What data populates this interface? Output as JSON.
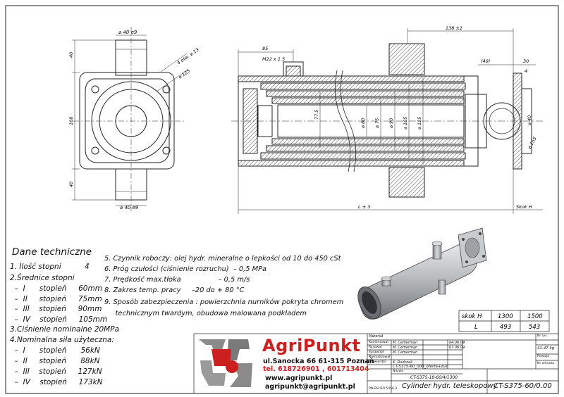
{
  "drawing": {
    "dim_d40_top": "⌀ 40 e9",
    "dim_d40_bottom": "⌀ 40 e9",
    "dim_4otw": "4 otw. ⌀ 13",
    "dim_d125_flange": "⌀ 125",
    "dim_40_left_top": "40",
    "dim_168": "168",
    "dim_40_left_bot": "40",
    "dim_85": "85",
    "dim_m22": "M22 x 1.5",
    "dim_138": "138 ±1",
    "dim_40_top": "(40)",
    "dim_30": "30",
    "dim_4": "4",
    "dim_775": "77.5",
    "dim_d60": "⌀ 60",
    "dim_d75": "⌀ 75",
    "dim_d90": "⌀ 90",
    "dim_d105": "⌀ 105",
    "dim_d125_bore": "⌀ 125",
    "dim_d40_ball": "⌀ 40",
    "dim_d155": "⌀ 155",
    "dim_L3": "L ± 3",
    "dim_skokH": "Skok H"
  },
  "specs": {
    "title": "Dane techniczne",
    "lines": [
      "1. Ilość stopni          4",
      "2.Średnice stopni",
      "  –  I      stopień     60mm",
      "  –  II     stopień     75mm",
      "  –  III    stopień     90mm",
      "  –  IV    stopień     105mm",
      "3.Ciśnienie nominalne 20MPa",
      "4.Nominalna siła użyteczna:",
      "  –  I      stopień      56kN",
      "  –  II     stopień      88kN",
      "  –  III    stopień     127kN",
      "  –  IV    stopień     173kN"
    ]
  },
  "notes": [
    "5. Czynnik roboczy: olej hydr. mineralne o lepkości od 10 do 450 cSt",
    "6. Próg czułości (ciśnienie rozruchu)  – 0,5 MPa",
    "7. Prędkość max.tłoka                 – 0,5 m/s",
    "8. Zakres temp. pracy     –20 do + 80 °C",
    "9. Sposób zabezpieczenia : powierzchnia nurników pokryta chromem",
    "     technicznym twardym, obudowa malowana podkładem"
  ],
  "stroke_table": {
    "row1": [
      "skok H",
      "1300",
      "1500"
    ],
    "row2": [
      "L",
      "493",
      "543"
    ]
  },
  "company": {
    "name": "AgriPunkt",
    "address": "ul.Sanocka 66   61-315 Poznań",
    "phone": "tel. 618726901 , 601713404",
    "web": "www.agripunkt.pl",
    "email": "agripunkt@agripunkt.pl"
  },
  "titleblock": {
    "material_label": "Materiał",
    "rows_left": [
      "Konstruował",
      "Rysował",
      "Sprawdził",
      "Normalizował",
      "Zatwierdził"
    ],
    "names": [
      "M. Cemerman",
      "M. Cemerman",
      "M. Cemerman",
      "",
      "K. Dudczak"
    ],
    "dates": [
      "04.06.09",
      "07.06.09",
      "",
      "",
      ""
    ],
    "file_name": "CT-S375-60_000_oferta+zus",
    "nr_label": "Nr rys.",
    "doc_no": "CT-S375-18-60/4/1300",
    "mass": "41.47 kg",
    "scale_label": "Podziałka",
    "revision_label": "Rewizja",
    "sheet_label": "Nr arkusza",
    "title": "Cylinder hydr. teleskopowy",
    "drawing_no": "CT-S375-60/0.00",
    "nazwa_label": "Nazwa",
    "pn_label": "PN-EN ISO 5456-2"
  },
  "colors": {
    "line": "#222222",
    "accent_red": "#cc1f1f",
    "metal": "#b9bcbf",
    "logo_grey": "#8a8a8a"
  }
}
